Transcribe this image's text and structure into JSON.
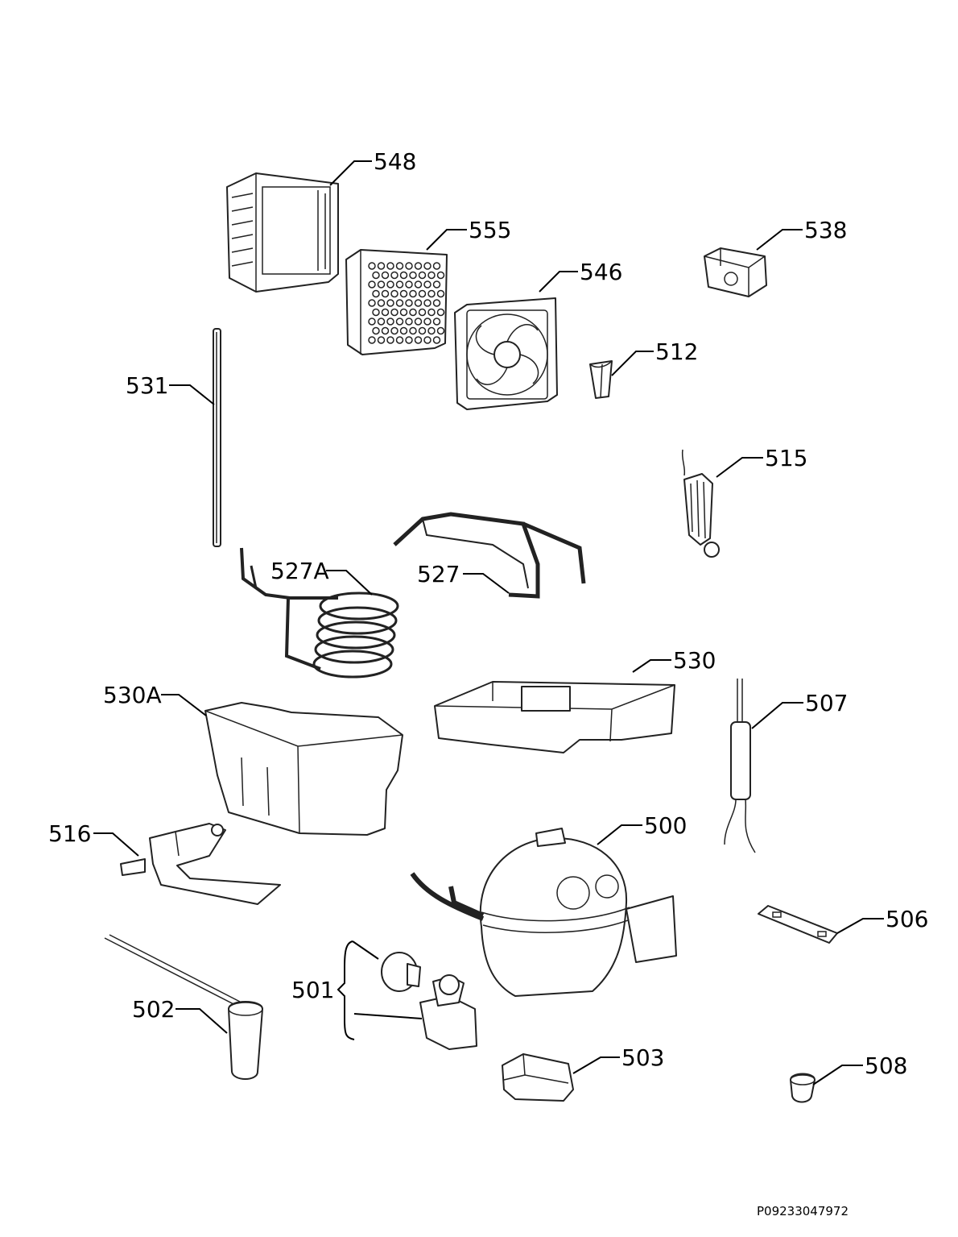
{
  "labels": {
    "p548": "548",
    "p555": "555",
    "p546": "546",
    "p538": "538",
    "p512": "512",
    "p531": "531",
    "p515": "515",
    "p527A": "527A",
    "p527": "527",
    "p530": "530",
    "p530A": "530A",
    "p507": "507",
    "p500": "500",
    "p516": "516",
    "p506": "506",
    "p501": "501",
    "p502": "502",
    "p503": "503",
    "p508": "508"
  },
  "doc_id": "P09233047972"
}
